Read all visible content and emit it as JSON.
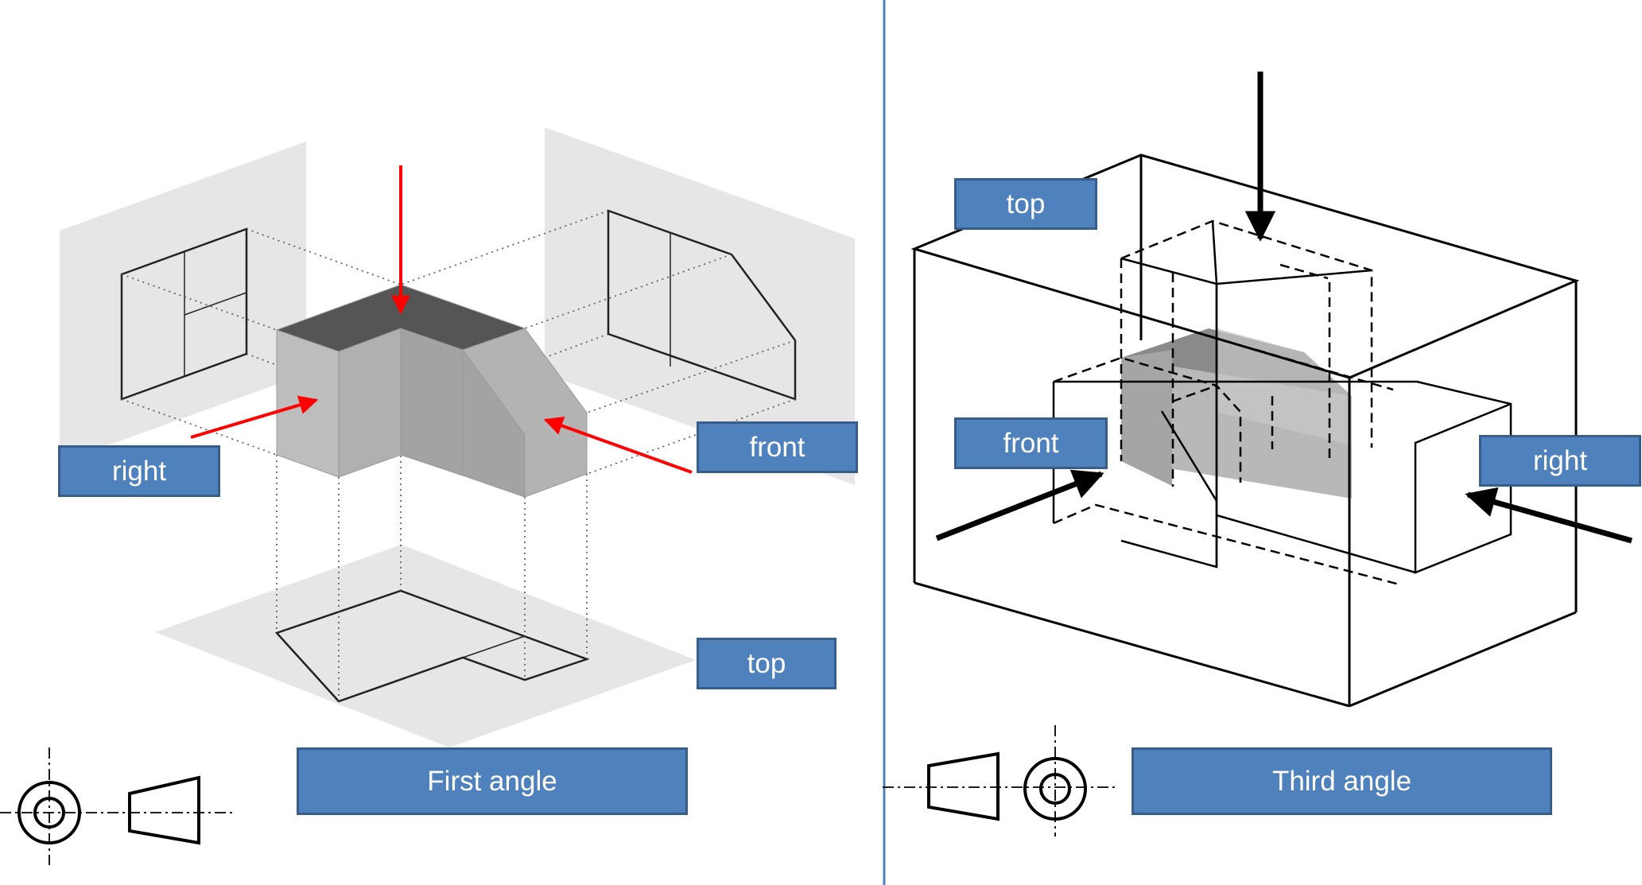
{
  "first_angle": {
    "labels": {
      "right": "right",
      "front": "front",
      "top": "top"
    },
    "caption": "First angle",
    "arrow_color": "#ff0000"
  },
  "third_angle": {
    "labels": {
      "top": "top",
      "front": "front",
      "right": "right"
    },
    "caption": "Third angle",
    "arrow_color": "#000000"
  },
  "colors": {
    "label_fill": "#4f81bd",
    "label_border": "#385d8a",
    "label_text": "#ffffff",
    "divider": "#4f81bd",
    "projection_plane": "#e6e6e6"
  },
  "icons": [
    "first-angle-projection-symbol",
    "third-angle-projection-symbol"
  ]
}
